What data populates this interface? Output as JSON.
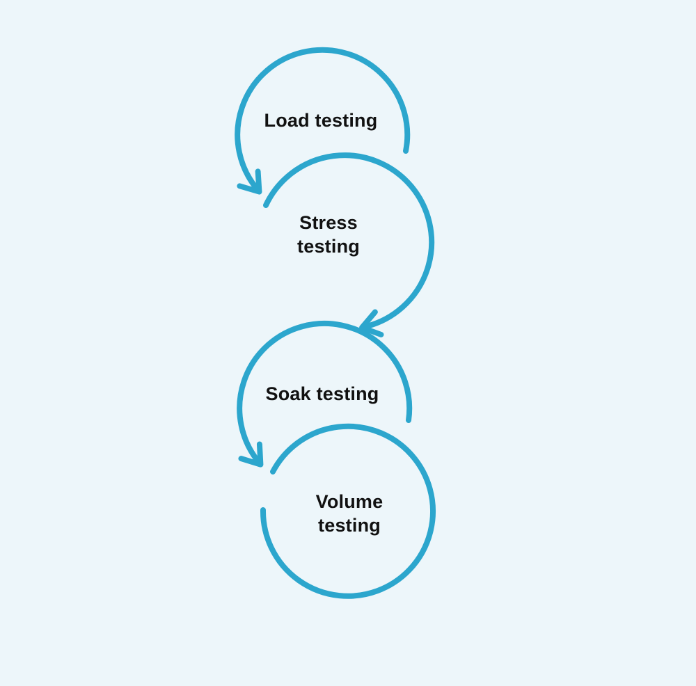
{
  "diagram": {
    "type": "cycle-flow",
    "accent_color": "#2CA6CD",
    "text_color": "#111111",
    "background_color": "#EDF6FA",
    "flow_order": [
      "Load testing",
      "Stress testing",
      "Soak testing",
      "Volume testing"
    ],
    "nodes": [
      {
        "label": "Load testing"
      },
      {
        "label": "Stress testing"
      },
      {
        "label": "Soak testing"
      },
      {
        "label": "Volume testing"
      }
    ]
  }
}
